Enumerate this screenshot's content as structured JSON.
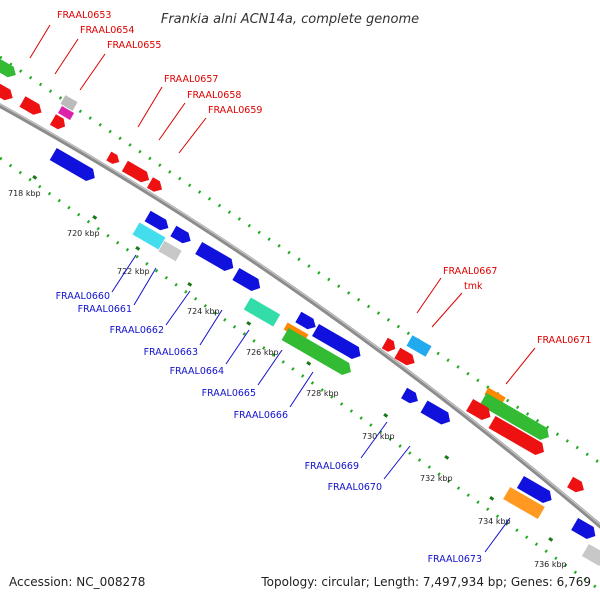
{
  "title": "Frankia alni ACN14a, complete genome",
  "footer": {
    "accession": "Accession: NC_008278",
    "summary": "Topology: circular; Length: 7,497,934 bp; Genes: 6,769"
  },
  "colors": {
    "backbone": "#888888",
    "forward_label": "#dd0000",
    "reverse_label": "#1111cc",
    "minor_tick": "#22aa22",
    "major_tick": "#1a7a1a"
  },
  "ticks": [
    {
      "id": "718",
      "label": "718 kbp"
    },
    {
      "id": "720",
      "label": "720 kbp"
    },
    {
      "id": "722",
      "label": "722 kbp"
    },
    {
      "id": "724",
      "label": "724 kbp"
    },
    {
      "id": "726",
      "label": "726 kbp"
    },
    {
      "id": "728",
      "label": "728 kbp"
    },
    {
      "id": "730",
      "label": "730 kbp"
    },
    {
      "id": "732",
      "label": "732 kbp"
    },
    {
      "id": "734",
      "label": "734 kbp"
    },
    {
      "id": "736",
      "label": "736 kbp"
    }
  ],
  "genes_forward": [
    {
      "id": "FRAAL0653",
      "label": "FRAAL0653"
    },
    {
      "id": "FRAAL0654",
      "label": "FRAAL0654"
    },
    {
      "id": "FRAAL0655",
      "label": "FRAAL0655"
    },
    {
      "id": "FRAAL0657",
      "label": "FRAAL0657"
    },
    {
      "id": "FRAAL0658",
      "label": "FRAAL0658"
    },
    {
      "id": "FRAAL0659",
      "label": "FRAAL0659"
    },
    {
      "id": "FRAAL0667",
      "label": "FRAAL0667"
    },
    {
      "id": "tmk",
      "label": "tmk"
    },
    {
      "id": "FRAAL0671",
      "label": "FRAAL0671"
    }
  ],
  "genes_reverse": [
    {
      "id": "FRAAL0660",
      "label": "FRAAL0660"
    },
    {
      "id": "FRAAL0661",
      "label": "FRAAL0661"
    },
    {
      "id": "FRAAL0662",
      "label": "FRAAL0662"
    },
    {
      "id": "FRAAL0663",
      "label": "FRAAL0663"
    },
    {
      "id": "FRAAL0664",
      "label": "FRAAL0664"
    },
    {
      "id": "FRAAL0665",
      "label": "FRAAL0665"
    },
    {
      "id": "FRAAL0666",
      "label": "FRAAL0666"
    },
    {
      "id": "FRAAL0669",
      "label": "FRAAL0669"
    },
    {
      "id": "FRAAL0670",
      "label": "FRAAL0670"
    },
    {
      "id": "FRAAL0673",
      "label": "FRAAL0673"
    }
  ]
}
